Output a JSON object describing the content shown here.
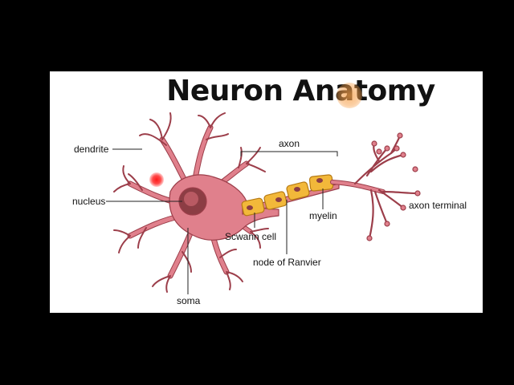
{
  "title": "Neuron Anatomy",
  "labels": {
    "dendrite": "dendrite",
    "axon": "axon",
    "nucleus": "nucleus",
    "myelin": "myelin",
    "axon_terminal": "axon terminal",
    "schwann_cell": "Scwann cell",
    "node_of_ranvier": "node of Ranvier",
    "soma": "soma"
  },
  "colors": {
    "background": "#000000",
    "slide": "#ffffff",
    "neuron_fill": "#e0808c",
    "neuron_stroke": "#9c3e4a",
    "nucleus": "#8c3d44",
    "myelin": "#f2b83a",
    "cursor_highlight": "#ff2020",
    "pointer_highlight": "#f7a04a"
  }
}
